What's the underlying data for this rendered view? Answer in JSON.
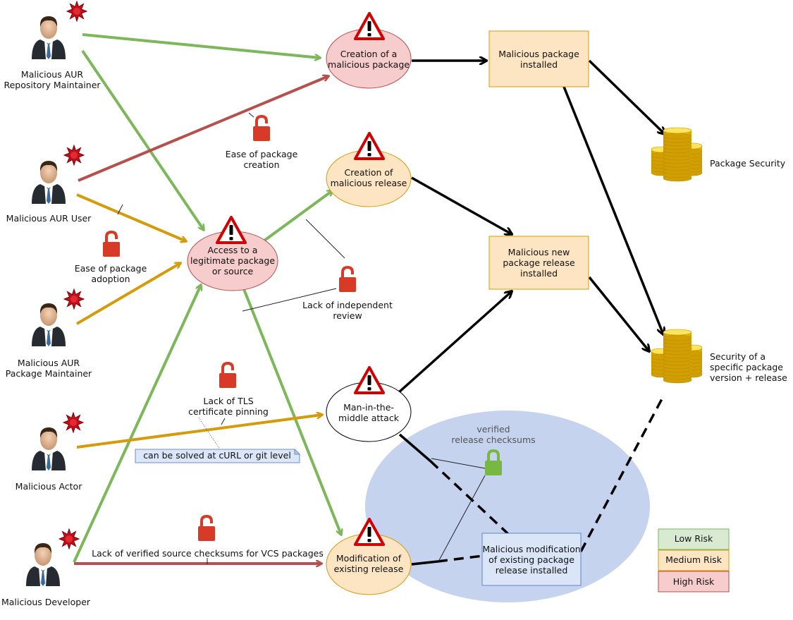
{
  "actors": {
    "aur_repo_maintainer": "Malicious AUR\nRepository Maintainer",
    "aur_user": "Malicious AUR User",
    "aur_package_maintainer": "Malicious AUR\nPackage Maintainer",
    "actor": "Malicious Actor",
    "developer": "Malicious Developer"
  },
  "attacks": {
    "creation_package": "Creation of a\nmalicious package",
    "creation_release": "Creation of\nmalicious release",
    "access_legit": "Access to a\nlegitimate package\nor source",
    "mitm": "Man-in-the-\nmiddle attack",
    "modification_release": "Modification of\nexisting release"
  },
  "outcomes": {
    "pkg_installed": "Malicious package\ninstalled",
    "new_release_installed": "Malicious new\npackage release\ninstalled",
    "modification_installed": "Malicious modification\nof existing package\nrelease installed"
  },
  "assets": {
    "package_security": "Package Security",
    "version_security": "Security of a\nspecific package\nversion + release"
  },
  "vulnerabilities": {
    "package_creation": "Ease of package\ncreation",
    "package_adoption": "Ease of package\nadoption",
    "independent_review": "Lack of independent\nreview",
    "tls_pinning": "Lack of TLS\ncertificate pinning",
    "source_checksums": "Lack of verified source checksums for VCS packages"
  },
  "controls": {
    "release_checksums": "verified\nrelease checksums"
  },
  "note": "can be solved at cURL or git level",
  "legend": {
    "low": "Low Risk",
    "medium": "Medium Risk",
    "high": "High Risk"
  },
  "colors": {
    "green": "#7cb75a",
    "orange": "#d49b0b",
    "red": "#b74f4c",
    "high_fill": "#f6cccc",
    "medium_fill": "#fde4c2",
    "low_fill": "#d9ead3",
    "lock_red": "#d73a27",
    "lock_green": "#77b843",
    "control_zone": "#c5d3ee"
  }
}
